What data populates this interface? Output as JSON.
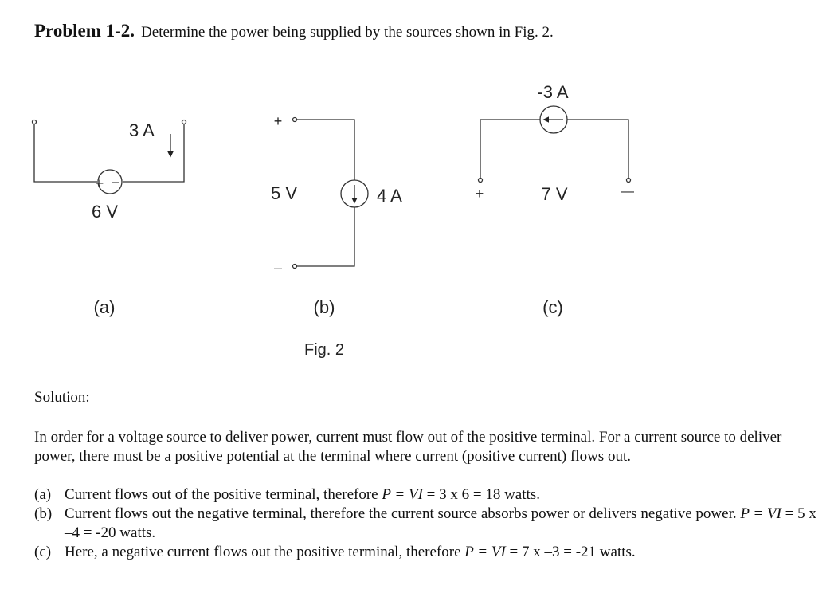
{
  "problem": {
    "number": "Problem 1-2.",
    "statement": "Determine the power being supplied by the sources shown in Fig. 2."
  },
  "figure": {
    "caption": "Fig. 2",
    "a": {
      "label": "(a)",
      "current": "3 A",
      "voltage": "6 V",
      "plus": "+",
      "minus": "−"
    },
    "b": {
      "label": "(b)",
      "voltage": "5 V",
      "current": "4 A",
      "plus": "+",
      "minus": "–"
    },
    "c": {
      "label": "(c)",
      "current": "-3 A",
      "voltage": "7 V",
      "plus": "+",
      "minus": "—"
    }
  },
  "solution": {
    "heading": "Solution:",
    "intro": "In order for a voltage source to deliver power, current must flow out of the positive terminal.  For a current source to deliver power, there must be a positive potential at the terminal where current (positive current) flows out.",
    "items": [
      {
        "label": "(a)",
        "text": "Current flows out of the positive terminal, therefore ",
        "formula": "P = VI",
        "result": " = 3 x 6 = 18 watts."
      },
      {
        "label": "(b)",
        "text": "Current flows out the negative terminal, therefore the current source absorbs power or delivers negative power.  ",
        "formula": "P = VI",
        "result": " = 5 x –4 = -20 watts."
      },
      {
        "label": "(c)",
        "text": "Here, a negative current flows out the positive terminal, therefore ",
        "formula": "P = VI",
        "result": " = 7 x –3 = -21 watts."
      }
    ]
  }
}
